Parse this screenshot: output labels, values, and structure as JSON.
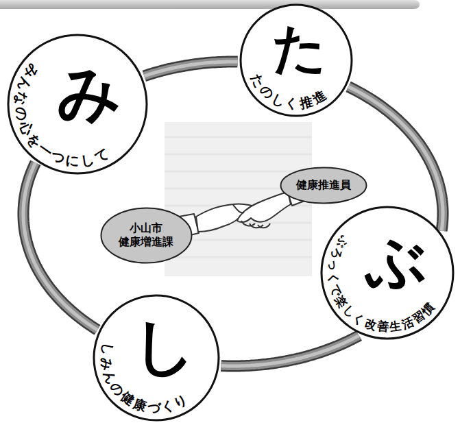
{
  "diagram": {
    "nodes": [
      {
        "text": [
          "み",
          "みんなの心を一つにして"
        ]
      },
      {
        "text": [
          "た",
          "たのしく推進"
        ]
      },
      {
        "text": [
          "ぶ",
          "ぶろっくで楽しく改善生活習慣"
        ]
      },
      {
        "text": [
          "し",
          "しみんの健康づくり"
        ]
      },
      {
        "text": [
          "健康推進員"
        ]
      },
      {
        "text": [
          "小山市 健康増進課"
        ]
      }
    ],
    "edges": [
      {
        "from": 0,
        "to": 1,
        "arrow": "none"
      },
      {
        "from": 1,
        "to": 2,
        "arrow": "none"
      },
      {
        "from": 2,
        "to": 3,
        "arrow": "none"
      },
      {
        "from": 3,
        "to": 0,
        "arrow": "none"
      }
    ]
  }
}
